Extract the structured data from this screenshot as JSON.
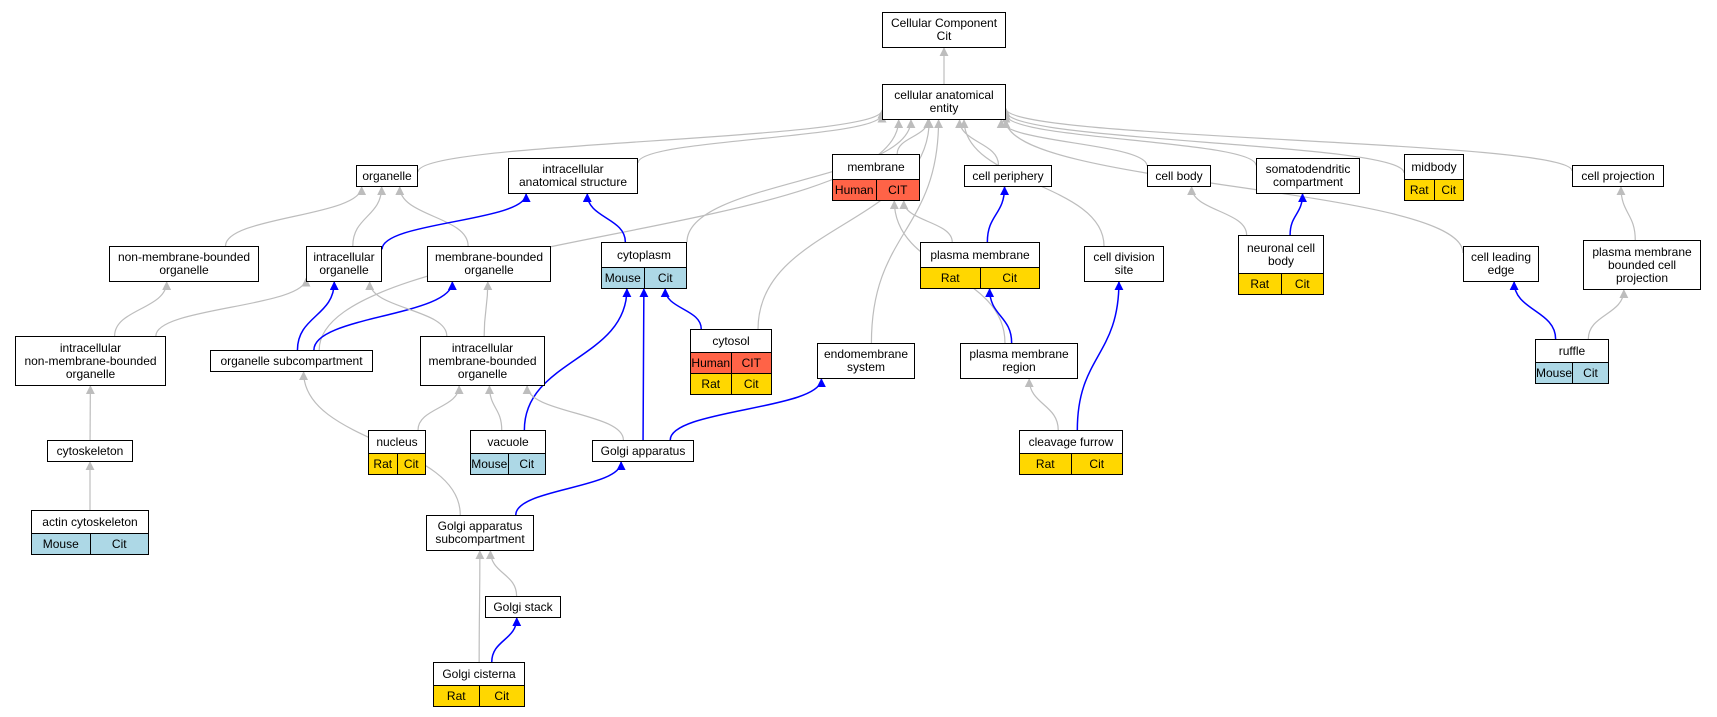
{
  "colors": {
    "edge_grey": "#bdbdbd",
    "edge_blue": "#0000ff",
    "human": "#ff6347",
    "rat": "#ffd700",
    "mouse": "#add8e6"
  },
  "nodes": {
    "cellular_component": {
      "lines": [
        "Cellular Component",
        "Cit"
      ],
      "tags": []
    },
    "cellular_anatomical_entity": {
      "lines": [
        "cellular anatomical",
        "entity"
      ],
      "tags": []
    },
    "organelle": {
      "lines": [
        "organelle"
      ],
      "tags": []
    },
    "intracellular_anatomical_structure": {
      "lines": [
        "intracellular",
        "anatomical structure"
      ],
      "tags": []
    },
    "membrane": {
      "lines": [
        "membrane"
      ],
      "tags": [
        {
          "label": "Human",
          "kind": "human"
        },
        {
          "label": "CIT",
          "kind": "human"
        }
      ]
    },
    "cell_periphery": {
      "lines": [
        "cell periphery"
      ],
      "tags": []
    },
    "cell_body": {
      "lines": [
        "cell body"
      ],
      "tags": []
    },
    "somatodendritic_compartment": {
      "lines": [
        "somatodendritic",
        "compartment"
      ],
      "tags": []
    },
    "midbody": {
      "lines": [
        "midbody"
      ],
      "tags": [
        {
          "label": "Rat",
          "kind": "rat"
        },
        {
          "label": "Cit",
          "kind": "rat"
        }
      ]
    },
    "cell_projection": {
      "lines": [
        "cell projection"
      ],
      "tags": []
    },
    "non_membrane_bounded_organelle": {
      "lines": [
        "non-membrane-bounded",
        "organelle"
      ],
      "tags": []
    },
    "intracellular_organelle": {
      "lines": [
        "intracellular",
        "organelle"
      ],
      "tags": []
    },
    "membrane_bounded_organelle": {
      "lines": [
        "membrane-bounded",
        "organelle"
      ],
      "tags": []
    },
    "cytoplasm": {
      "lines": [
        "cytoplasm"
      ],
      "tags": [
        {
          "label": "Mouse",
          "kind": "mouse"
        },
        {
          "label": "Cit",
          "kind": "mouse"
        }
      ]
    },
    "plasma_membrane": {
      "lines": [
        "plasma membrane"
      ],
      "tags": [
        {
          "label": "Rat",
          "kind": "rat"
        },
        {
          "label": "Cit",
          "kind": "rat"
        }
      ]
    },
    "cell_division_site": {
      "lines": [
        "cell division",
        "site"
      ],
      "tags": []
    },
    "neuronal_cell_body": {
      "lines": [
        "neuronal cell",
        "body"
      ],
      "tags": [
        {
          "label": "Rat",
          "kind": "rat"
        },
        {
          "label": "Cit",
          "kind": "rat"
        }
      ]
    },
    "cell_leading_edge": {
      "lines": [
        "cell leading",
        "edge"
      ],
      "tags": []
    },
    "plasma_membrane_bounded_cell_projection": {
      "lines": [
        "plasma membrane",
        "bounded cell",
        "projection"
      ],
      "tags": []
    },
    "intracellular_non_membrane_bounded_organelle": {
      "lines": [
        "intracellular",
        "non-membrane-bounded",
        "organelle"
      ],
      "tags": []
    },
    "organelle_subcompartment": {
      "lines": [
        "organelle subcompartment"
      ],
      "tags": []
    },
    "intracellular_membrane_bounded_organelle": {
      "lines": [
        "intracellular",
        "membrane-bounded",
        "organelle"
      ],
      "tags": []
    },
    "cytosol": {
      "lines": [
        "cytosol"
      ],
      "tags": [
        {
          "label": "Human",
          "kind": "human"
        },
        {
          "label": "CIT",
          "kind": "human"
        }
      ],
      "tags2": [
        {
          "label": "Rat",
          "kind": "rat"
        },
        {
          "label": "Cit",
          "kind": "rat"
        }
      ]
    },
    "endomembrane_system": {
      "lines": [
        "endomembrane",
        "system"
      ],
      "tags": []
    },
    "plasma_membrane_region": {
      "lines": [
        "plasma membrane",
        "region"
      ],
      "tags": []
    },
    "ruffle": {
      "lines": [
        "ruffle"
      ],
      "tags": [
        {
          "label": "Mouse",
          "kind": "mouse"
        },
        {
          "label": "Cit",
          "kind": "mouse"
        }
      ]
    },
    "cytoskeleton": {
      "lines": [
        "cytoskeleton"
      ],
      "tags": []
    },
    "nucleus": {
      "lines": [
        "nucleus"
      ],
      "tags": [
        {
          "label": "Rat",
          "kind": "rat"
        },
        {
          "label": "Cit",
          "kind": "rat"
        }
      ]
    },
    "vacuole": {
      "lines": [
        "vacuole"
      ],
      "tags": [
        {
          "label": "Mouse",
          "kind": "mouse"
        },
        {
          "label": "Cit",
          "kind": "mouse"
        }
      ]
    },
    "golgi_apparatus": {
      "lines": [
        "Golgi apparatus"
      ],
      "tags": []
    },
    "cleavage_furrow": {
      "lines": [
        "cleavage furrow"
      ],
      "tags": [
        {
          "label": "Rat",
          "kind": "rat"
        },
        {
          "label": "Cit",
          "kind": "rat"
        }
      ]
    },
    "actin_cytoskeleton": {
      "lines": [
        "actin cytoskeleton"
      ],
      "tags": [
        {
          "label": "Mouse",
          "kind": "mouse"
        },
        {
          "label": "Cit",
          "kind": "mouse"
        }
      ]
    },
    "golgi_apparatus_subcompartment": {
      "lines": [
        "Golgi apparatus",
        "subcompartment"
      ],
      "tags": []
    },
    "golgi_stack": {
      "lines": [
        "Golgi stack"
      ],
      "tags": []
    },
    "golgi_cisterna": {
      "lines": [
        "Golgi cisterna"
      ],
      "tags": [
        {
          "label": "Rat",
          "kind": "rat"
        },
        {
          "label": "Cit",
          "kind": "rat"
        }
      ]
    }
  },
  "edges": [
    {
      "from": "cellular_anatomical_entity",
      "to": "cellular_component",
      "kind": "grey"
    },
    {
      "from": "organelle",
      "to": "cellular_anatomical_entity",
      "kind": "grey"
    },
    {
      "from": "intracellular_anatomical_structure",
      "to": "cellular_anatomical_entity",
      "kind": "grey"
    },
    {
      "from": "membrane",
      "to": "cellular_anatomical_entity",
      "kind": "grey"
    },
    {
      "from": "cell_periphery",
      "to": "cellular_anatomical_entity",
      "kind": "grey"
    },
    {
      "from": "cell_body",
      "to": "cellular_anatomical_entity",
      "kind": "grey"
    },
    {
      "from": "somatodendritic_compartment",
      "to": "cellular_anatomical_entity",
      "kind": "grey"
    },
    {
      "from": "midbody",
      "to": "cellular_anatomical_entity",
      "kind": "grey"
    },
    {
      "from": "cell_projection",
      "to": "cellular_anatomical_entity",
      "kind": "grey"
    },
    {
      "from": "cytoplasm",
      "to": "cellular_anatomical_entity",
      "kind": "grey"
    },
    {
      "from": "cytosol",
      "to": "cellular_anatomical_entity",
      "kind": "grey"
    },
    {
      "from": "endomembrane_system",
      "to": "cellular_anatomical_entity",
      "kind": "grey"
    },
    {
      "from": "cell_division_site",
      "to": "cellular_anatomical_entity",
      "kind": "grey"
    },
    {
      "from": "cell_leading_edge",
      "to": "cellular_anatomical_entity",
      "kind": "grey"
    },
    {
      "from": "organelle_subcompartment",
      "to": "cellular_anatomical_entity",
      "kind": "grey"
    },
    {
      "from": "non_membrane_bounded_organelle",
      "to": "organelle",
      "kind": "grey"
    },
    {
      "from": "intracellular_organelle",
      "to": "organelle",
      "kind": "grey"
    },
    {
      "from": "membrane_bounded_organelle",
      "to": "organelle",
      "kind": "grey"
    },
    {
      "from": "intracellular_organelle",
      "to": "intracellular_anatomical_structure",
      "kind": "blue"
    },
    {
      "from": "cytoplasm",
      "to": "intracellular_anatomical_structure",
      "kind": "blue"
    },
    {
      "from": "plasma_membrane",
      "to": "membrane",
      "kind": "grey"
    },
    {
      "from": "plasma_membrane_region",
      "to": "membrane",
      "kind": "grey"
    },
    {
      "from": "plasma_membrane",
      "to": "cell_periphery",
      "kind": "blue"
    },
    {
      "from": "neuronal_cell_body",
      "to": "cell_body",
      "kind": "grey"
    },
    {
      "from": "neuronal_cell_body",
      "to": "somatodendritic_compartment",
      "kind": "blue"
    },
    {
      "from": "plasma_membrane_bounded_cell_projection",
      "to": "cell_projection",
      "kind": "grey"
    },
    {
      "from": "intracellular_non_membrane_bounded_organelle",
      "to": "non_membrane_bounded_organelle",
      "kind": "grey"
    },
    {
      "from": "intracellular_non_membrane_bounded_organelle",
      "to": "intracellular_organelle",
      "kind": "grey"
    },
    {
      "from": "organelle_subcompartment",
      "to": "intracellular_organelle",
      "kind": "blue"
    },
    {
      "from": "organelle_subcompartment",
      "to": "membrane_bounded_organelle",
      "kind": "blue"
    },
    {
      "from": "intracellular_membrane_bounded_organelle",
      "to": "intracellular_organelle",
      "kind": "grey"
    },
    {
      "from": "intracellular_membrane_bounded_organelle",
      "to": "membrane_bounded_organelle",
      "kind": "grey"
    },
    {
      "from": "cytosol",
      "to": "cytoplasm",
      "kind": "blue"
    },
    {
      "from": "vacuole",
      "to": "cytoplasm",
      "kind": "blue"
    },
    {
      "from": "golgi_apparatus",
      "to": "cytoplasm",
      "kind": "blue"
    },
    {
      "from": "plasma_membrane_region",
      "to": "plasma_membrane",
      "kind": "blue"
    },
    {
      "from": "cleavage_furrow",
      "to": "cell_division_site",
      "kind": "blue"
    },
    {
      "from": "ruffle",
      "to": "cell_leading_edge",
      "kind": "blue"
    },
    {
      "from": "ruffle",
      "to": "plasma_membrane_bounded_cell_projection",
      "kind": "grey"
    },
    {
      "from": "cytoskeleton",
      "to": "intracellular_non_membrane_bounded_organelle",
      "kind": "grey"
    },
    {
      "from": "golgi_apparatus_subcompartment",
      "to": "organelle_subcompartment",
      "kind": "grey"
    },
    {
      "from": "nucleus",
      "to": "intracellular_membrane_bounded_organelle",
      "kind": "grey"
    },
    {
      "from": "vacuole",
      "to": "intracellular_membrane_bounded_organelle",
      "kind": "grey"
    },
    {
      "from": "golgi_apparatus",
      "to": "intracellular_membrane_bounded_organelle",
      "kind": "grey"
    },
    {
      "from": "golgi_apparatus",
      "to": "endomembrane_system",
      "kind": "blue"
    },
    {
      "from": "cleavage_furrow",
      "to": "plasma_membrane_region",
      "kind": "grey"
    },
    {
      "from": "actin_cytoskeleton",
      "to": "cytoskeleton",
      "kind": "grey"
    },
    {
      "from": "golgi_apparatus_subcompartment",
      "to": "golgi_apparatus",
      "kind": "blue"
    },
    {
      "from": "golgi_stack",
      "to": "golgi_apparatus_subcompartment",
      "kind": "grey"
    },
    {
      "from": "golgi_cisterna",
      "to": "golgi_apparatus_subcompartment",
      "kind": "grey"
    },
    {
      "from": "golgi_cisterna",
      "to": "golgi_stack",
      "kind": "blue"
    }
  ]
}
